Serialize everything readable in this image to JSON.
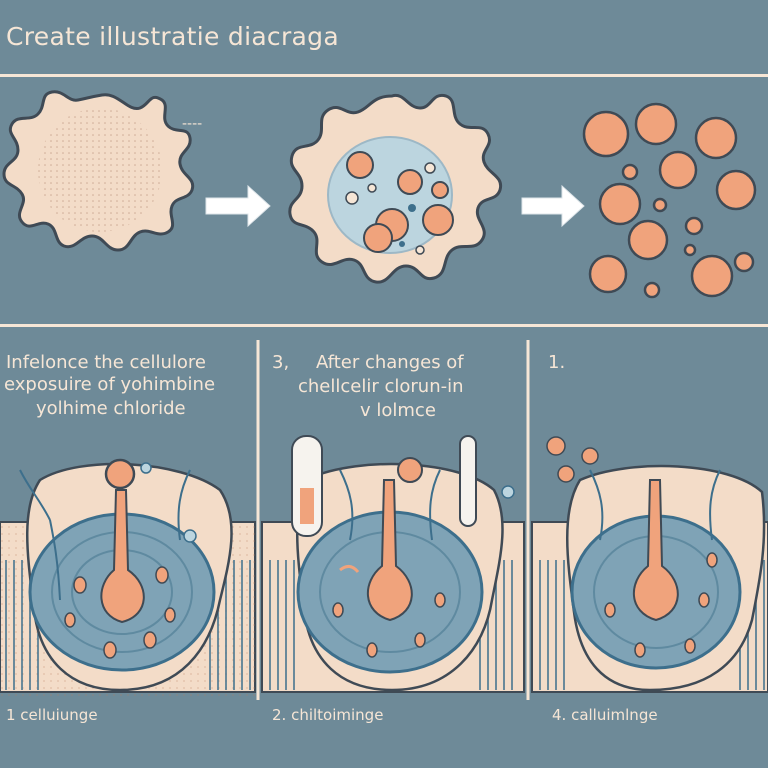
{
  "title": "Create illustratie diacraga",
  "colors": {
    "background": "#6e8a98",
    "frame": "#f6e6d6",
    "cell_fill": "#f3dcc8",
    "organelle": "#f0a37c",
    "stroke": "#3f4a55",
    "vessel": "#3d6f8c"
  },
  "top_row": {
    "dashes": "----"
  },
  "panels": [
    {
      "number": "",
      "label_lines": [
        "Infelonce the cellulore",
        "exposuire of yohimbine",
        "yolhime chloride"
      ],
      "caption": "1   celluiunge"
    },
    {
      "number": "3,",
      "label_lines": [
        "After changes of",
        "chellcelir clorun-in",
        "v lolmce"
      ],
      "caption": "2.   chiltoiminge"
    },
    {
      "number": "1.",
      "label_lines": [],
      "caption": "4.   calluimlnge"
    }
  ]
}
